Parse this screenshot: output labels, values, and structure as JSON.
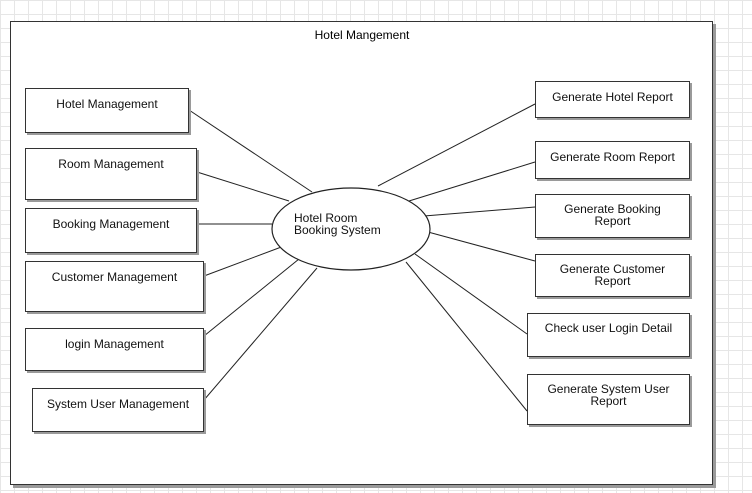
{
  "diagram": {
    "title": "Hotel Mangement",
    "center": "Hotel Room Booking System",
    "left_boxes": [
      "Hotel Management",
      "Room Management",
      "Booking Management",
      "Customer Management",
      "login Management",
      "System User Management"
    ],
    "right_boxes": [
      "Generate Hotel Report",
      "Generate Room Report",
      "Generate Booking Report",
      "Generate Customer Report",
      "Check user Login Detail",
      "Generate System User Report"
    ]
  }
}
